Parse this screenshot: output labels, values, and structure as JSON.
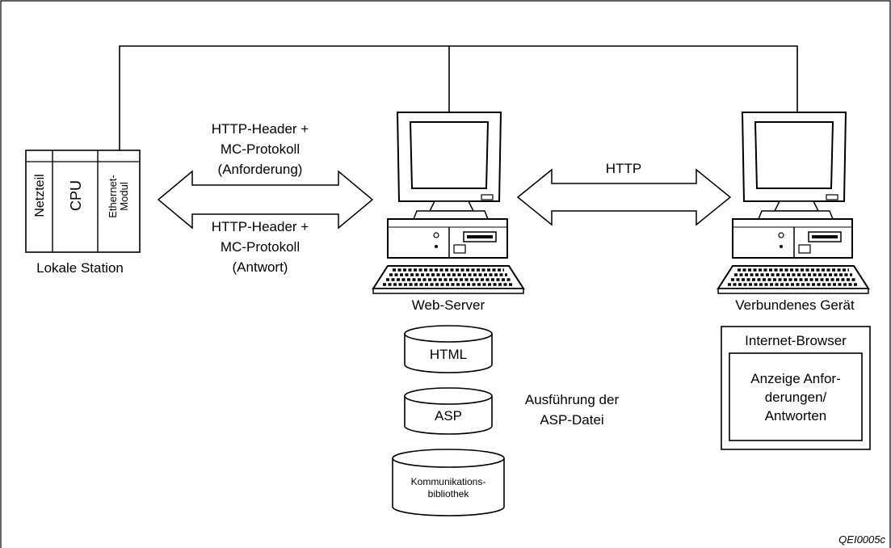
{
  "plc": {
    "modules": [
      "Netzteil",
      "CPU",
      "Ethernet-",
      "Modul"
    ],
    "caption": "Lokale Station"
  },
  "request_arrow": {
    "lines": [
      "HTTP-Header +",
      "MC-Protokoll",
      "(Anforderung)"
    ]
  },
  "response_arrow": {
    "lines": [
      "HTTP-Header +",
      "MC-Protokoll",
      "(Antwort)"
    ]
  },
  "http_arrow": {
    "label": "HTTP"
  },
  "web_server": {
    "caption": "Web-Server"
  },
  "client": {
    "caption": "Verbundenes Gerät"
  },
  "databases": {
    "html": "HTML",
    "asp": "ASP",
    "lib_lines": [
      "Kommunikations-",
      "bibliothek"
    ]
  },
  "asp_note": {
    "lines": [
      "Ausführung der",
      "ASP-Datei"
    ]
  },
  "browser": {
    "title": "Internet-Browser",
    "content_lines": [
      "Anzeige Anfor-",
      "derungen/",
      "Antworten"
    ]
  },
  "figure_code": "QEI0005c"
}
